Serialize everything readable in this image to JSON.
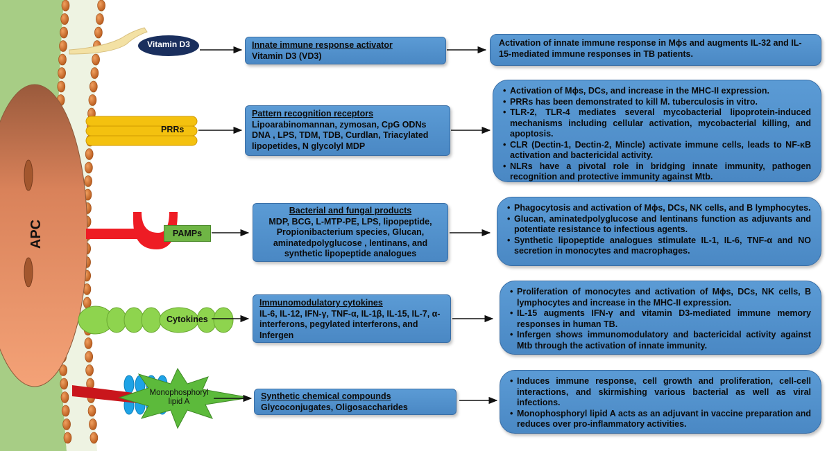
{
  "cell": {
    "label": "APC"
  },
  "receptors": {
    "vitd": "Vitamin D3",
    "prrs": "PRRs",
    "pamps": "PAMPs",
    "cytokines": "Cytokines",
    "mpl": "Monophosphoryl lipid A"
  },
  "rows": [
    {
      "mid_title": "Innate immune response activator",
      "mid_text": "Vitamin D3 (VD3)",
      "effects": [
        "Activation of innate immune response in Mɸs and augments IL-32 and IL-15-mediated immune responses in TB patients."
      ]
    },
    {
      "mid_title": "Pattern recognition receptors",
      "mid_text": "Lipoarabinomannan, zymosan, CpG ODNs DNA , LPS, TDM, TDB, Curdlan, Triacylated lipopetides, N glycolyl MDP",
      "effects": [
        "Activation of Mɸs, DCs, and increase in the  MHC-II expression.",
        "PRRs has been demonstrated to kill M. tuberculosis in vitro.",
        "TLR-2, TLR-4 mediates several mycobacterial lipoprotein-induced mechanisms including cellular activation, mycobacterial killing, and apoptosis.",
        "CLR (Dectin-1, Dectin-2, Mincle) activate immune cells, leads to NF-κB activation and bactericidal activity.",
        "NLRs have a pivotal role in bridging innate immunity, pathogen recognition and  protective immunity against Mtb."
      ]
    },
    {
      "mid_title": "Bacterial and fungal products",
      "mid_text": "MDP, BCG, L-MTP-PE, LPS, lipopeptide, Propionibacterium species, Glucan, aminatedpolyglucose , lentinans, and synthetic lipopeptide analogues",
      "effects": [
        "Phagocytosis and activation of Mɸs, DCs, NK cells, and B lymphocytes.",
        "Glucan, aminatedpolyglucose and lentinans  function  as adjuvants and potentiate resistance to infectious agents.",
        "Synthetic lipopeptide analogues stimulate IL-1, IL-6, TNF-α and NO secretion in monocytes and macrophages."
      ]
    },
    {
      "mid_title": "Immunomodulatory cytokines",
      "mid_text": "IL-6, IL-12, IFN-γ, TNF-α, IL-1β, IL-15, IL-7, α-interferons, pegylated interferons, and Infergen",
      "effects": [
        "Proliferation of monocytes and activation of Mɸs, DCs, NK cells, B lymphocytes and increase in the  MHC-II expression.",
        "IL-15 augments IFN-γ and vitamin D3-mediated immune memory responses in human TB.",
        "Infergen shows immunomodulatory and bactericidal activity against Mtb through the activation of innate immunity."
      ]
    },
    {
      "mid_title": "Synthetic chemical compounds",
      "mid_text": "Glycoconjugates, Oligosaccharides",
      "effects": [
        "Induces immune response, cell growth and proliferation, cell-cell interactions, and skirmishing various bacterial as well as viral infections.",
        "Monophosphoryl lipid A acts as an adjuvant in vaccine preparation and reduces over pro-inflammatory activities."
      ]
    }
  ]
}
